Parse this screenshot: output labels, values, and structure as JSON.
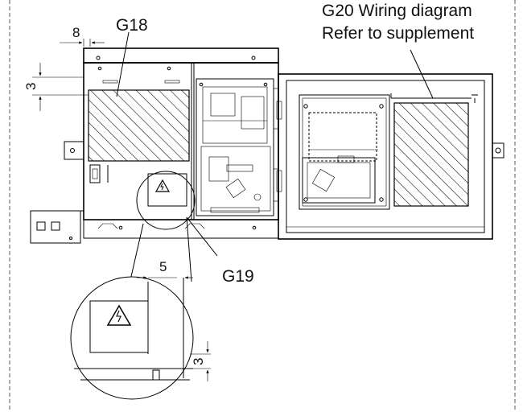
{
  "labels": {
    "g18": "G18",
    "g19": "G19",
    "g20_line1": "G20 Wiring diagram",
    "g20_line2": "Refer to supplement"
  },
  "dimensions": {
    "top_width": "8",
    "top_height": "3",
    "detail_width": "5",
    "detail_height": "3"
  },
  "icons": {
    "warning_small": "high-voltage-warning-icon",
    "warning_large": "high-voltage-warning-icon"
  }
}
